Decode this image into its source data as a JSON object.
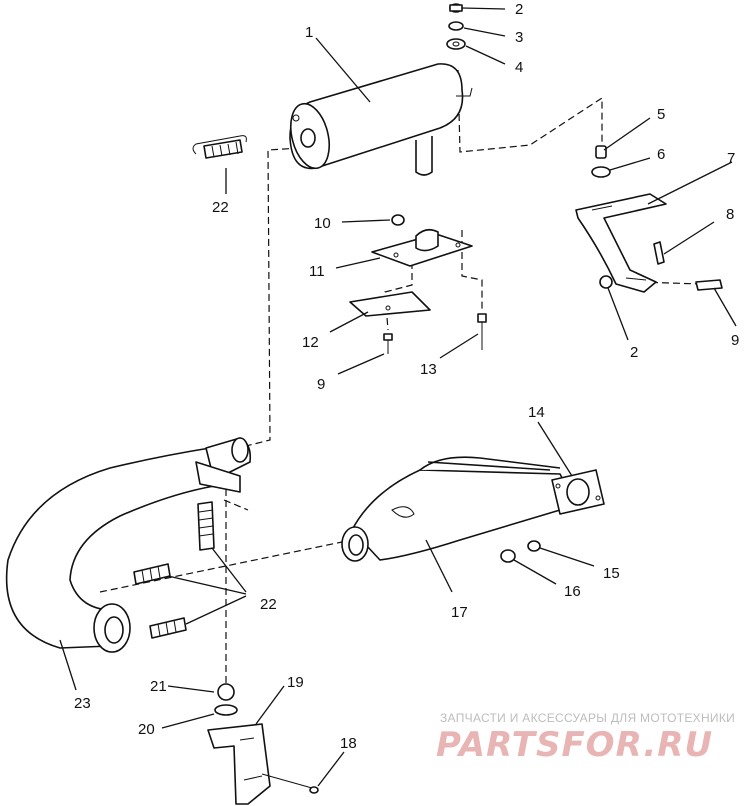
{
  "callouts": {
    "c1": "1",
    "c2a": "2",
    "c3": "3",
    "c4": "4",
    "c5": "5",
    "c6": "6",
    "c7": "7",
    "c8": "8",
    "c9a": "9",
    "c2b": "2",
    "c10": "10",
    "c11": "11",
    "c12": "12",
    "c9b": "9",
    "c13": "13",
    "c22a": "22",
    "c14": "14",
    "c15": "15",
    "c16": "16",
    "c17": "17",
    "c22b": "22",
    "c23": "23",
    "c21": "21",
    "c19": "19",
    "c20": "20",
    "c18": "18"
  },
  "watermark": {
    "tagline": "ЗАПЧАСТИ И АКСЕССУАРЫ ДЛЯ МОТОТЕХНИКИ",
    "brand": "PARTSFOR.RU"
  },
  "colors": {
    "ink": "#111111",
    "watermark_text": "#bdbdbd",
    "watermark_logo": "#e8b4b4"
  }
}
